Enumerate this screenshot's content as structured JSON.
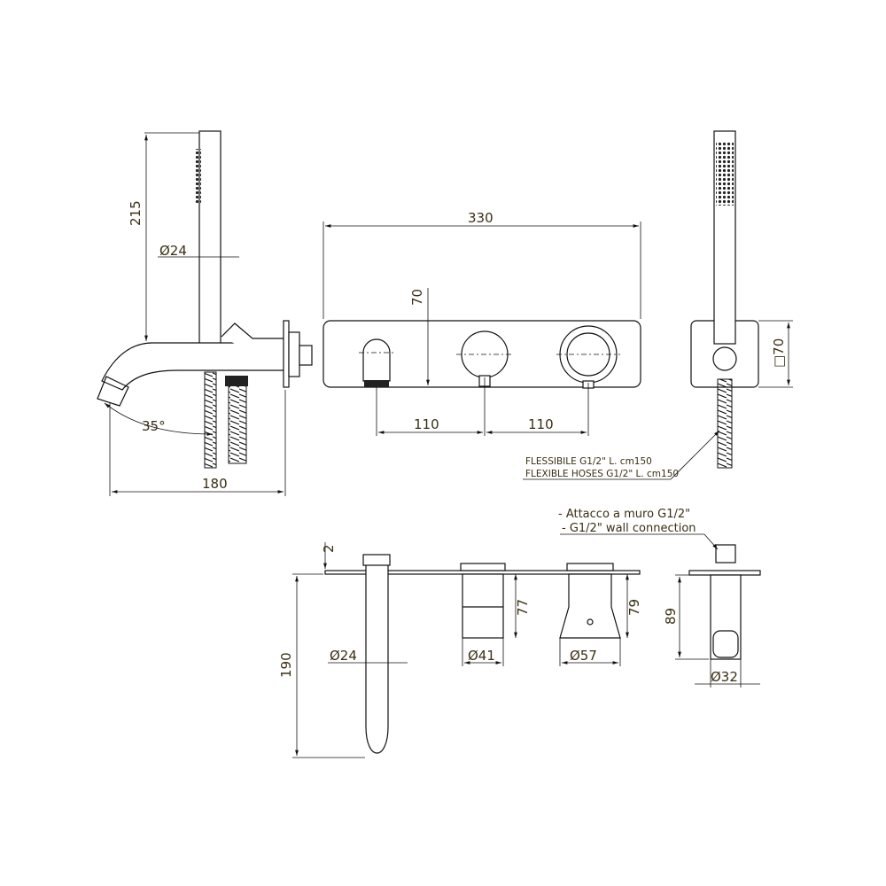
{
  "side_view": {
    "height": "215",
    "diameter": "Ø24",
    "angle": "35°",
    "depth": "180"
  },
  "front_view": {
    "width": "330",
    "height": "70",
    "spacing_left": "110",
    "spacing_right": "110"
  },
  "handshower_view": {
    "square": "□70",
    "note_line1": "FLESSIBILE G1/2\" L. cm150",
    "note_line2": "FLEXIBLE HOSES  G1/2\" L. cm150"
  },
  "section_view": {
    "plate": "2",
    "spout_length": "190",
    "spout_diameter": "Ø24",
    "body_height": "77",
    "body_diameter": "Ø41",
    "diverter_height": "79",
    "diverter_diameter": "Ø57"
  },
  "wall_connection": {
    "note_line1": "- Attacco a muro G1/2\"",
    "note_line2": "- G1/2\" wall connection",
    "height": "89",
    "diameter": "Ø32"
  }
}
